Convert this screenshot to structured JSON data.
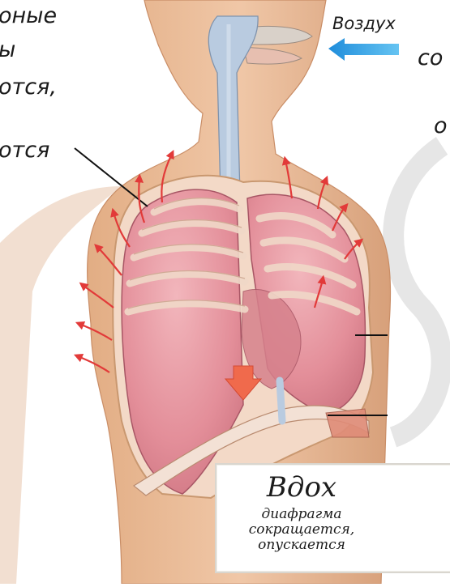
{
  "labels": {
    "top_left_line1": "оные",
    "top_left_line2": "ы",
    "top_left_line3": "отся,",
    "top_left_line4": "отся",
    "air": "Воздух",
    "right_cut1": "со",
    "right_cut2": "о"
  },
  "caption": {
    "title": "Вдох",
    "line1": "диафрагма",
    "line2": "сокращается,",
    "line3": "опускается"
  },
  "colors": {
    "skin": "#e7b894",
    "lung": "#e49aa3",
    "arrow_red": "#e23a39",
    "air_arrow": "#3aa6e6",
    "trachea": "#b9cbe0"
  }
}
